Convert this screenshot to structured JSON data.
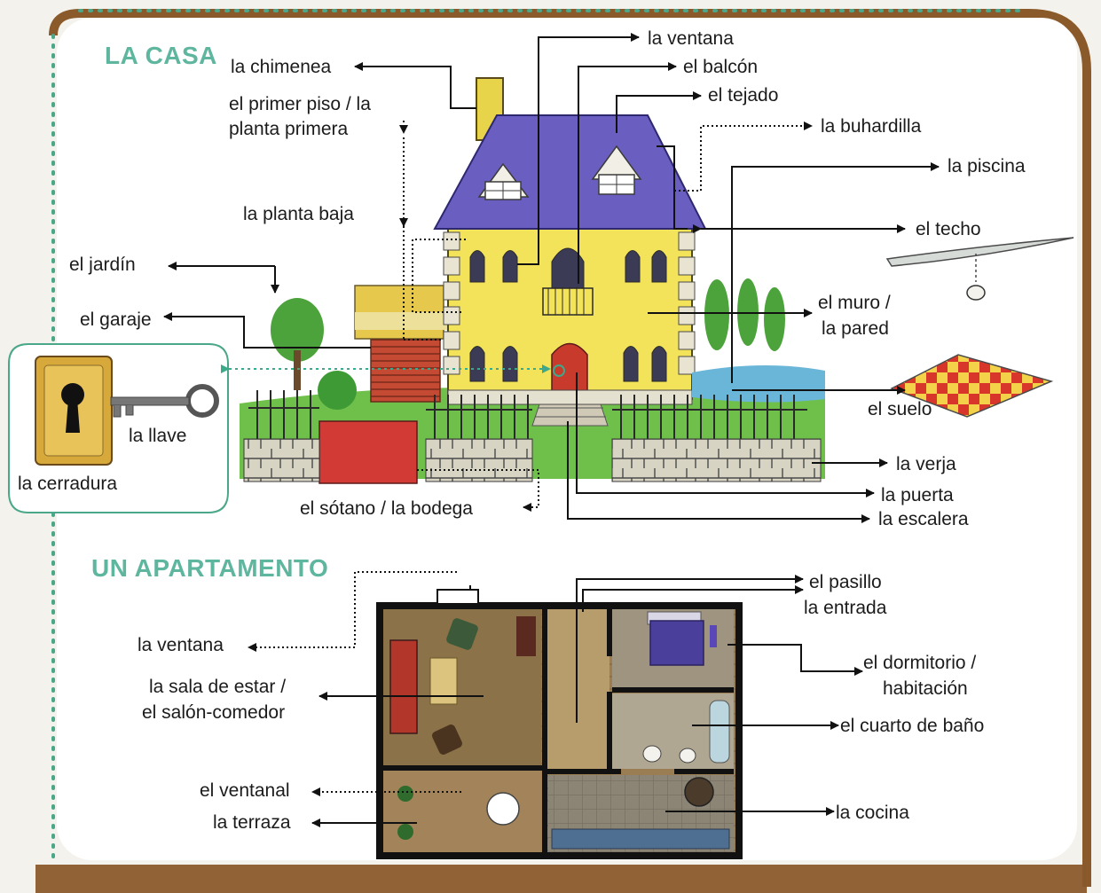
{
  "sections": {
    "house_heading": "LA CASA",
    "apartment_heading": "UN APARTAMENTO"
  },
  "house_labels": {
    "chimenea": "la chimenea",
    "primer_piso_1": "el primer piso / la",
    "primer_piso_2": "planta primera",
    "planta_baja": "la planta baja",
    "jardin": "el jardín",
    "garaje": "el garaje",
    "ventana": "la ventana",
    "balcon": "el balcón",
    "tejado": "el tejado",
    "buhardilla": "la buhardilla",
    "piscina": "la piscina",
    "techo": "el techo",
    "muro_1": "el muro /",
    "muro_2": "la pared",
    "suelo": "el suelo",
    "verja": "la verja",
    "puerta": "la puerta",
    "escalera": "la escalera",
    "sotano": "el sótano / la bodega",
    "llave": "la llave",
    "cerradura": "la cerradura"
  },
  "apartment_labels": {
    "ventana": "la ventana",
    "sala_1": "la sala de estar /",
    "sala_2": "el salón-comedor",
    "ventanal": "el ventanal",
    "terraza": "la terraza",
    "pasillo": "el pasillo",
    "entrada": "la entrada",
    "dormitorio_1": "el dormitorio /",
    "dormitorio_2": "habitación",
    "bano": "el cuarto de baño",
    "cocina": "la cocina"
  },
  "colors": {
    "border": "#8a5a2b",
    "heading": "#5fb69f",
    "roof": "#6a5fc0",
    "wall": "#f2e35a",
    "door": "#c83a2c",
    "floor_wood": "#8c7248"
  }
}
